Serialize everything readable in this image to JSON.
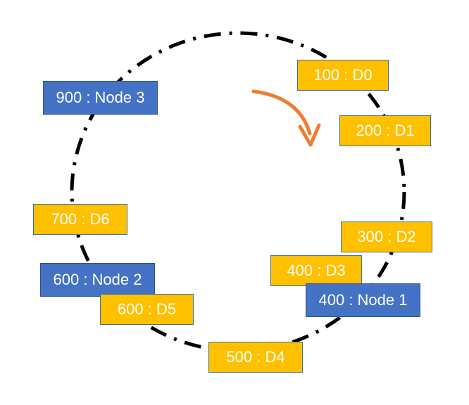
{
  "colors": {
    "data_fill": "#ffc000",
    "node_fill": "#4472c4",
    "ring": "#000000",
    "arrow": "#ed7d31"
  },
  "direction_icon": "clockwise-arrow-icon",
  "data_items": [
    {
      "label": "100 : D0"
    },
    {
      "label": "200 : D1"
    },
    {
      "label": "300 : D2"
    },
    {
      "label": "400 : D3"
    },
    {
      "label": "500 : D4"
    },
    {
      "label": "600 : D5"
    },
    {
      "label": "700 : D6"
    }
  ],
  "nodes": [
    {
      "label": "400 : Node 1"
    },
    {
      "label": "600 : Node 2"
    },
    {
      "label": "900 : Node 3"
    }
  ]
}
